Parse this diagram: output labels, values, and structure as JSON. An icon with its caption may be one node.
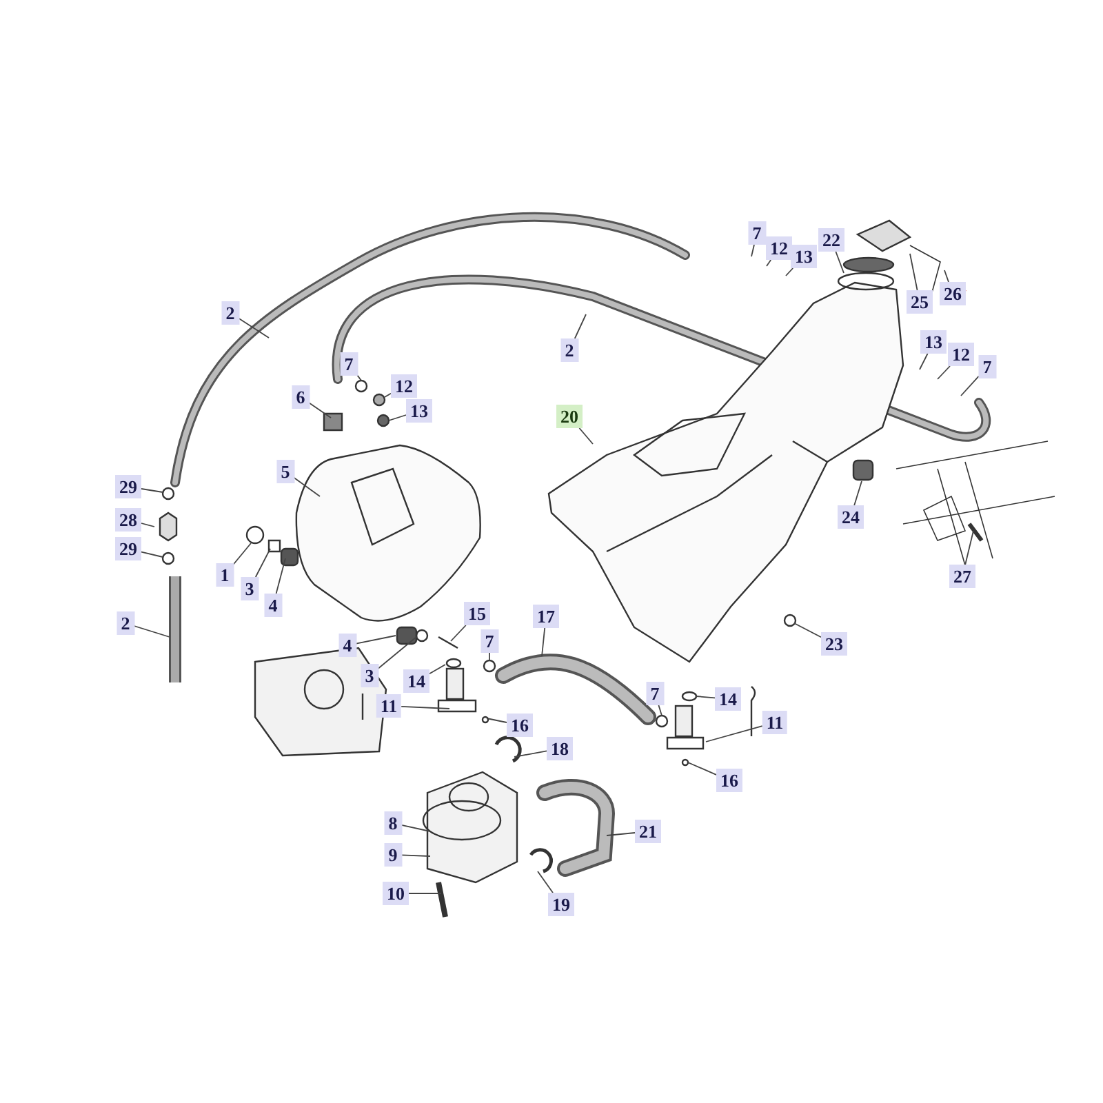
{
  "diagram": {
    "nodes": [
      {
        "text": [
          "2"
        ]
      },
      {
        "text": [
          "2"
        ]
      },
      {
        "text": [
          "7"
        ]
      },
      {
        "text": [
          "12"
        ]
      },
      {
        "text": [
          "13"
        ]
      },
      {
        "text": [
          "22"
        ]
      },
      {
        "text": [
          "25"
        ]
      },
      {
        "text": [
          "26"
        ]
      },
      {
        "text": [
          "13"
        ]
      },
      {
        "text": [
          "12"
        ]
      },
      {
        "text": [
          "7"
        ]
      },
      {
        "text": [
          "20"
        ]
      },
      {
        "text": [
          "7"
        ]
      },
      {
        "text": [
          "12"
        ]
      },
      {
        "text": [
          "13"
        ]
      },
      {
        "text": [
          "6"
        ]
      },
      {
        "text": [
          "5"
        ]
      },
      {
        "text": [
          "29"
        ]
      },
      {
        "text": [
          "28"
        ]
      },
      {
        "text": [
          "29"
        ]
      },
      {
        "text": [
          "1"
        ]
      },
      {
        "text": [
          "3"
        ]
      },
      {
        "text": [
          "4"
        ]
      },
      {
        "text": [
          "2"
        ]
      },
      {
        "text": [
          "24"
        ]
      },
      {
        "text": [
          "27"
        ]
      },
      {
        "text": [
          "4"
        ]
      },
      {
        "text": [
          "3"
        ]
      },
      {
        "text": [
          "15"
        ]
      },
      {
        "text": [
          "14"
        ]
      },
      {
        "text": [
          "17"
        ]
      },
      {
        "text": [
          "7"
        ]
      },
      {
        "text": [
          "11"
        ]
      },
      {
        "text": [
          "16"
        ]
      },
      {
        "text": [
          "23"
        ]
      },
      {
        "text": [
          "7"
        ]
      },
      {
        "text": [
          "14"
        ]
      },
      {
        "text": [
          "11"
        ]
      },
      {
        "text": [
          "16"
        ]
      },
      {
        "text": [
          "18"
        ]
      },
      {
        "text": [
          "8"
        ]
      },
      {
        "text": [
          "9"
        ]
      },
      {
        "text": [
          "21"
        ]
      },
      {
        "text": [
          "10"
        ]
      },
      {
        "text": [
          "19"
        ]
      }
    ],
    "edges": [
      {
        "from": 0,
        "to": null,
        "arrow": "none"
      },
      {
        "from": 1,
        "to": null,
        "arrow": "none"
      },
      {
        "from": 2,
        "to": null,
        "arrow": "none"
      },
      {
        "from": 3,
        "to": null,
        "arrow": "none"
      },
      {
        "from": 4,
        "to": null,
        "arrow": "none"
      },
      {
        "from": 5,
        "to": null,
        "arrow": "none"
      },
      {
        "from": 6,
        "to": null,
        "arrow": "none"
      },
      {
        "from": 7,
        "to": null,
        "arrow": "none"
      },
      {
        "from": 8,
        "to": null,
        "arrow": "none"
      },
      {
        "from": 9,
        "to": null,
        "arrow": "none"
      },
      {
        "from": 10,
        "to": null,
        "arrow": "none"
      },
      {
        "from": 11,
        "to": null,
        "arrow": "none"
      },
      {
        "from": 12,
        "to": null,
        "arrow": "none"
      },
      {
        "from": 13,
        "to": null,
        "arrow": "none"
      },
      {
        "from": 14,
        "to": null,
        "arrow": "none"
      },
      {
        "from": 15,
        "to": null,
        "arrow": "none"
      },
      {
        "from": 16,
        "to": null,
        "arrow": "none"
      },
      {
        "from": 17,
        "to": null,
        "arrow": "none"
      },
      {
        "from": 18,
        "to": null,
        "arrow": "none"
      },
      {
        "from": 19,
        "to": null,
        "arrow": "none"
      },
      {
        "from": 20,
        "to": null,
        "arrow": "none"
      },
      {
        "from": 21,
        "to": null,
        "arrow": "none"
      },
      {
        "from": 22,
        "to": null,
        "arrow": "none"
      },
      {
        "from": 23,
        "to": null,
        "arrow": "none"
      },
      {
        "from": 24,
        "to": null,
        "arrow": "none"
      },
      {
        "from": 25,
        "to": null,
        "arrow": "none"
      },
      {
        "from": 26,
        "to": null,
        "arrow": "none"
      },
      {
        "from": 27,
        "to": null,
        "arrow": "none"
      },
      {
        "from": 28,
        "to": null,
        "arrow": "none"
      },
      {
        "from": 29,
        "to": null,
        "arrow": "none"
      },
      {
        "from": 30,
        "to": null,
        "arrow": "none"
      },
      {
        "from": 31,
        "to": null,
        "arrow": "none"
      },
      {
        "from": 32,
        "to": null,
        "arrow": "none"
      },
      {
        "from": 33,
        "to": null,
        "arrow": "none"
      },
      {
        "from": 34,
        "to": null,
        "arrow": "none"
      },
      {
        "from": 35,
        "to": null,
        "arrow": "none"
      },
      {
        "from": 36,
        "to": null,
        "arrow": "none"
      },
      {
        "from": 37,
        "to": null,
        "arrow": "none"
      },
      {
        "from": 38,
        "to": null,
        "arrow": "none"
      },
      {
        "from": 39,
        "to": null,
        "arrow": "none"
      },
      {
        "from": 40,
        "to": null,
        "arrow": "none"
      },
      {
        "from": 41,
        "to": null,
        "arrow": "none"
      },
      {
        "from": 42,
        "to": null,
        "arrow": "none"
      },
      {
        "from": 43,
        "to": null,
        "arrow": "none"
      },
      {
        "from": 44,
        "to": null,
        "arrow": "none"
      }
    ]
  }
}
